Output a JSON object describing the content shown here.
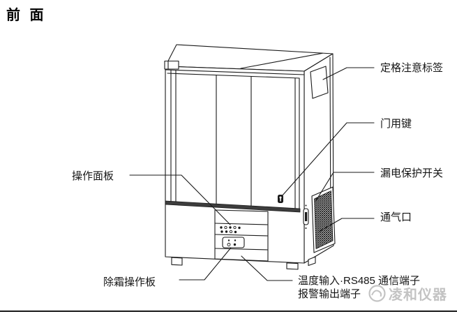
{
  "page": {
    "title": "前 面"
  },
  "labels": {
    "control_panel": "操作面板",
    "freeze_notice_sticker": "定格注意标签",
    "door_key": "门用键",
    "leakage_breaker": "漏电保护开关",
    "vent": "通气口",
    "defrost_panel": "除霜操作板",
    "terminal_line1": "温度输入·RS485 通信端子",
    "terminal_line2": "报警输出端子"
  },
  "watermark": {
    "text": "凌和仪器"
  },
  "colors": {
    "line": "#1a1a1a",
    "divider_band": "#3d3d3d",
    "watermark": "#c3c3c3",
    "background": "#ffffff"
  }
}
